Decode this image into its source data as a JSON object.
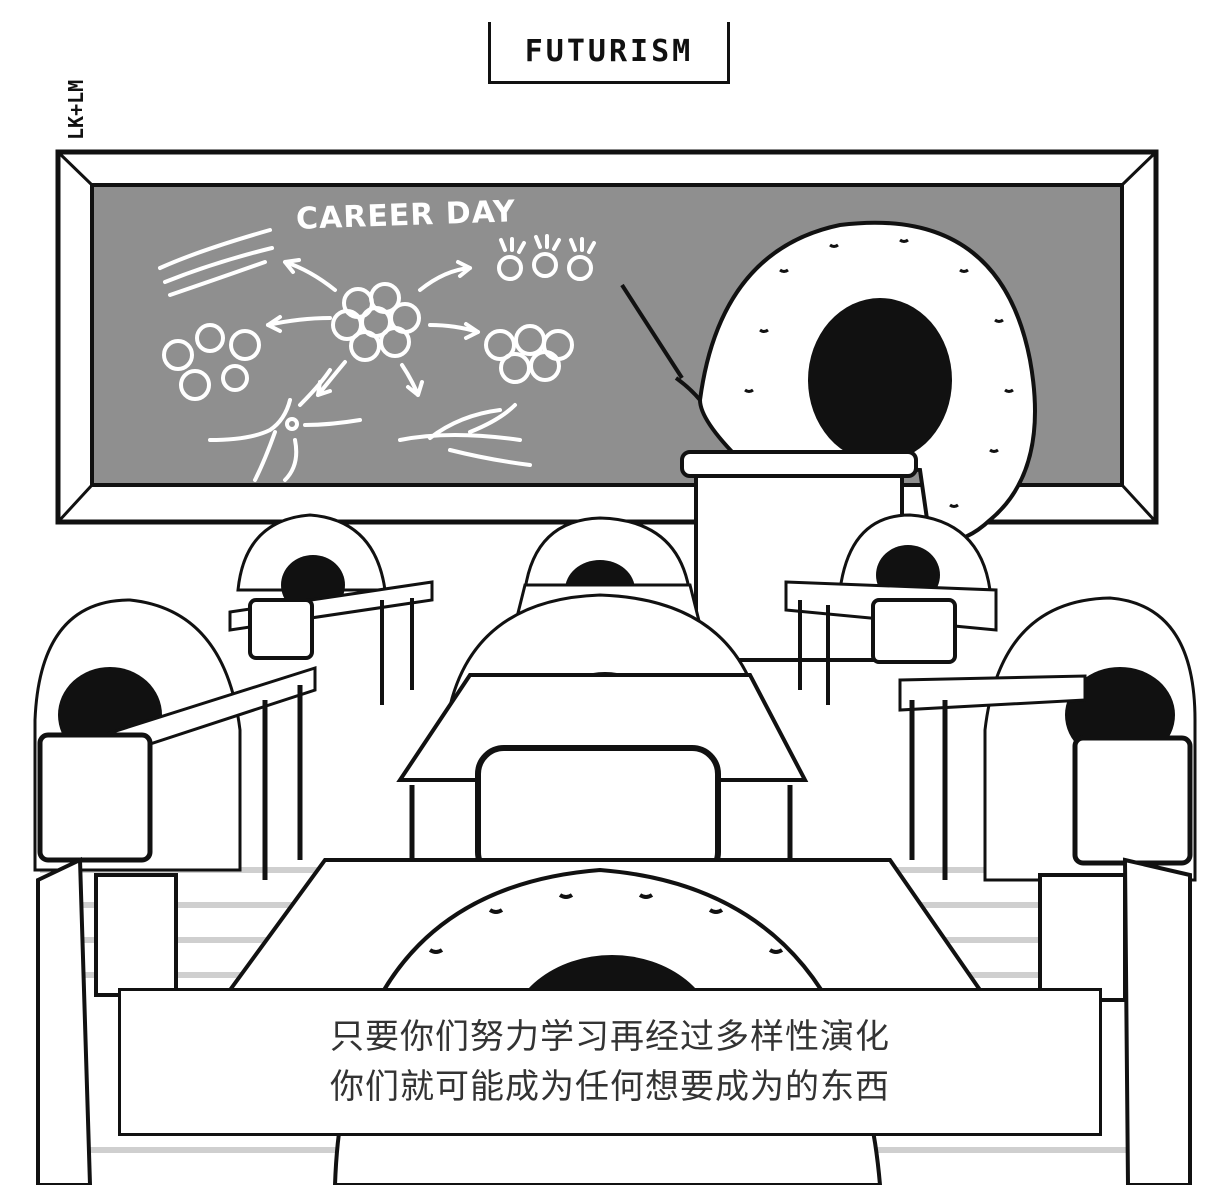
{
  "comic": {
    "title": "FUTURISM",
    "signature": "LK+LM",
    "board_heading": "CAREER DAY",
    "caption_line_1": "只要你们努力学习再经过多样性演化",
    "caption_line_2": "你们就可能成为任何想要成为的东西"
  }
}
